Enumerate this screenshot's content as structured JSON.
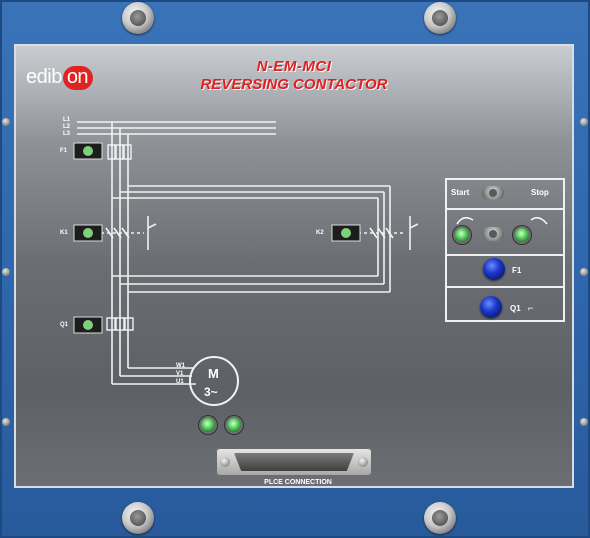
{
  "panel": {
    "model": "N-EM-MCI",
    "title": "REVERSING CONTACTOR",
    "brand_logo": "edibon"
  },
  "lines": {
    "l1": "L1",
    "l2": "L2",
    "l3": "L3",
    "f1": "F1",
    "k1": "K1",
    "k2": "K2",
    "q1": "Q1",
    "w1": "W1",
    "v1": "V1",
    "u1": "U1"
  },
  "controls": {
    "start_label": "Start",
    "stop_label": "Stop",
    "f1_label": "F1",
    "q1_label": "Q1"
  },
  "motor": {
    "letter": "M",
    "phases": "3~"
  },
  "connector": {
    "label": "PLCE CONNECTION"
  },
  "colors": {
    "frame": "#2f67ad",
    "title_red": "#e02020",
    "lamp_blue": "#1b37c9",
    "lamp_green": "#58d060"
  }
}
